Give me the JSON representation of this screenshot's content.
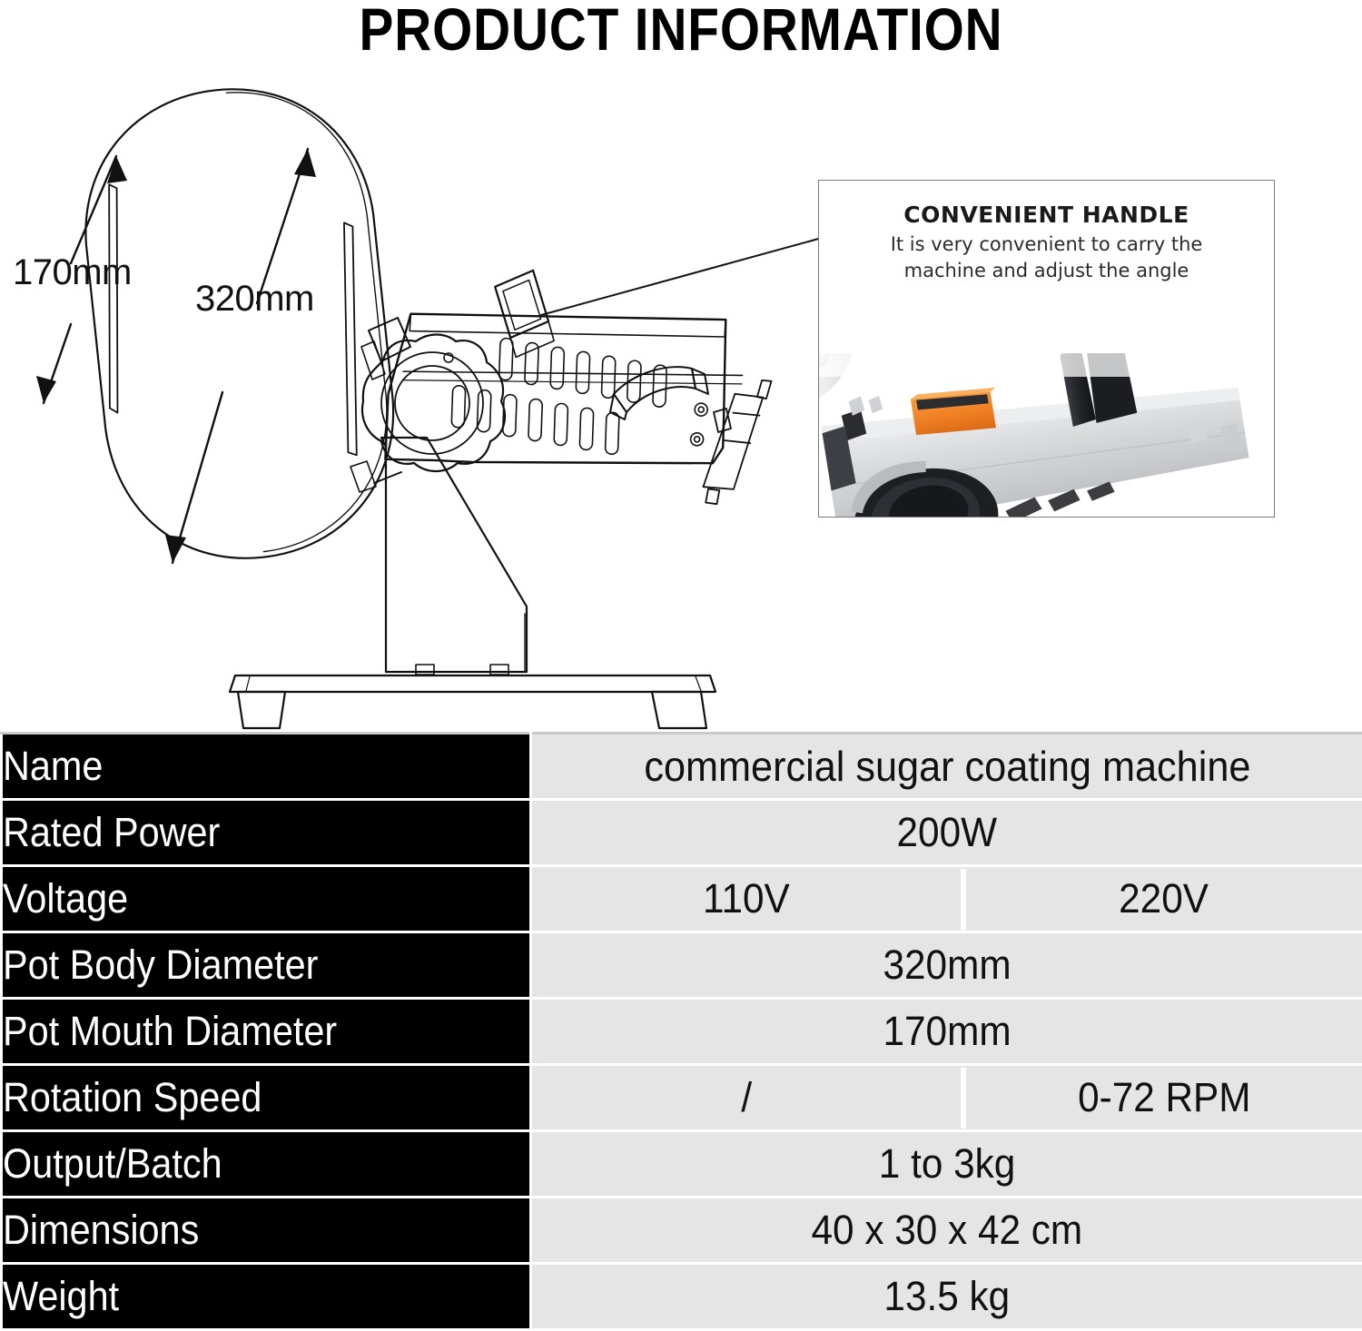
{
  "page": {
    "title": "PRODUCT INFORMATION"
  },
  "diagram": {
    "dimension_labels": [
      {
        "text": "170mm",
        "measures": "pot-mouth-diameter"
      },
      {
        "text": "320mm",
        "measures": "pot-body-diameter"
      }
    ]
  },
  "callout": {
    "title": "CONVENIENT HANDLE",
    "description_line1": "It is very convenient to carry the",
    "description_line2": "machine and adjust the angle",
    "photo_colors": {
      "orange_handle": "#ef7f22",
      "black_handle": "#2b2d31",
      "steel_body": "#d7d8da",
      "dark_knob": "#1d1f22"
    }
  },
  "spec_table": {
    "colors": {
      "label_background": "#000000",
      "label_text": "#ffffff",
      "value_background": "#e5e5e5",
      "value_text": "#111111"
    },
    "rows": [
      {
        "label": "Name",
        "value": "commercial sugar coating machine",
        "split": false
      },
      {
        "label": "Rated Power",
        "value": "200W",
        "split": false
      },
      {
        "label": "Voltage",
        "value_left": "110V",
        "value_right": "220V",
        "split": true
      },
      {
        "label": "Pot Body Diameter",
        "value": "320mm",
        "split": false
      },
      {
        "label": "Pot Mouth Diameter",
        "value": "170mm",
        "split": false
      },
      {
        "label": "Rotation Speed",
        "value_left": "/",
        "value_right": "0-72 RPM",
        "split": true
      },
      {
        "label": "Output/Batch",
        "value": "1 to 3kg",
        "split": false
      },
      {
        "label": "Dimensions",
        "value": "40 x 30 x 42 cm",
        "split": false
      },
      {
        "label": "Weight",
        "value": "13.5 kg",
        "split": false
      }
    ]
  }
}
